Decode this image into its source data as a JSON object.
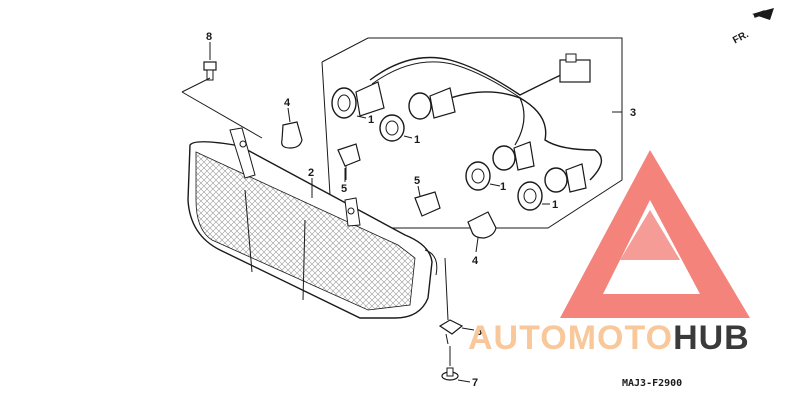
{
  "labels": {
    "bolt_top": "8",
    "bulb_left": "4",
    "housing": "2",
    "bulb_small_left": "5",
    "bulb_small_mid": "5",
    "bulb_lower": "4",
    "harness": "3",
    "socket_a": "1",
    "socket_b": "1",
    "socket_c": "1",
    "socket_d": "1",
    "nut": "6",
    "screw": "7"
  },
  "direction_label": "FR.",
  "diagram_code": "MAJ3-F2900",
  "logo": {
    "part1": "AUTOMOTO",
    "part2": "HUB"
  },
  "colors": {
    "logo_red": "#f05a50",
    "logo_orange": "#f9c89a",
    "logo_dark": "#3a3a3a",
    "ink": "#1a1a1a"
  }
}
